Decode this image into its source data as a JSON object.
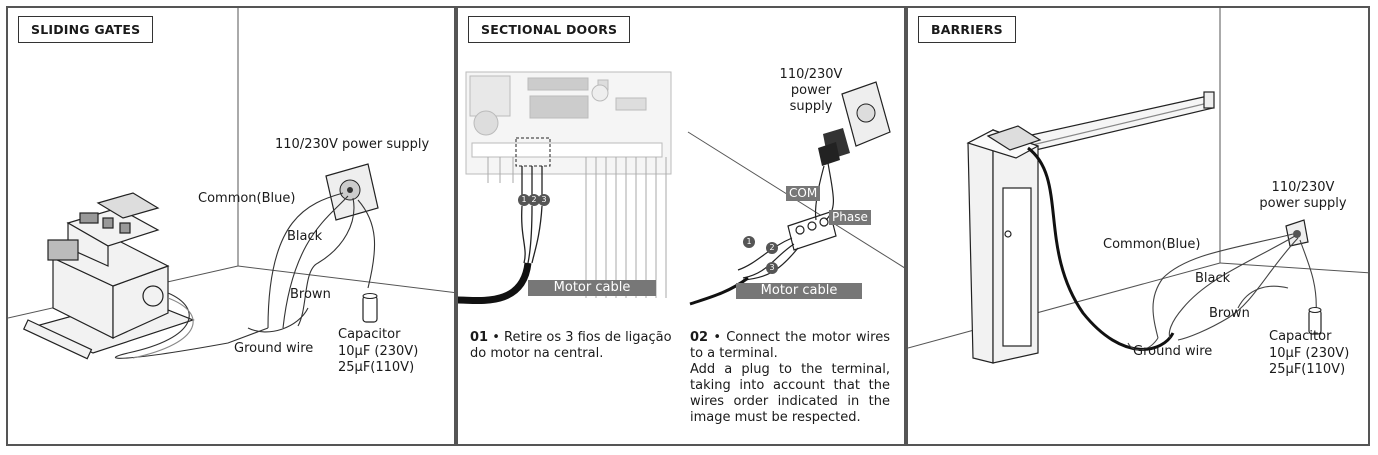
{
  "panels": {
    "sliding": {
      "title": "SLIDING GATES",
      "power": "110/230V power supply",
      "common": "Common(Blue)",
      "black": "Black",
      "brown": "Brown",
      "ground": "Ground wire",
      "capacitor": [
        "Capacitor",
        "10μF (230V)",
        "25μF(110V)"
      ]
    },
    "sectional": {
      "title": "SECTIONAL DOORS",
      "power": [
        "110/230V",
        "power",
        "supply"
      ],
      "motor_cable_1": "Motor cable",
      "motor_cable_2": "Motor cable",
      "com": "COM",
      "phase": "Phase",
      "terminal_labels": [
        "1",
        "2",
        "3"
      ],
      "step1_num": "01",
      "step1_text": "• Retire os 3 fios de ligação do motor na central.",
      "step2_num": "02",
      "step2_line1": "• Connect the motor wires to a terminal.",
      "step2_line2": "Add a plug to the terminal, taking into account that the wires order indicated in the image must be respected."
    },
    "barriers": {
      "title": "BARRIERS",
      "power": [
        "110/230V",
        "power supply"
      ],
      "common": "Common(Blue)",
      "black": "Black",
      "brown": "Brown",
      "ground": "Ground wire",
      "capacitor": [
        "Capacitor",
        "10μF (230V)",
        "25μF(110V)"
      ]
    }
  }
}
